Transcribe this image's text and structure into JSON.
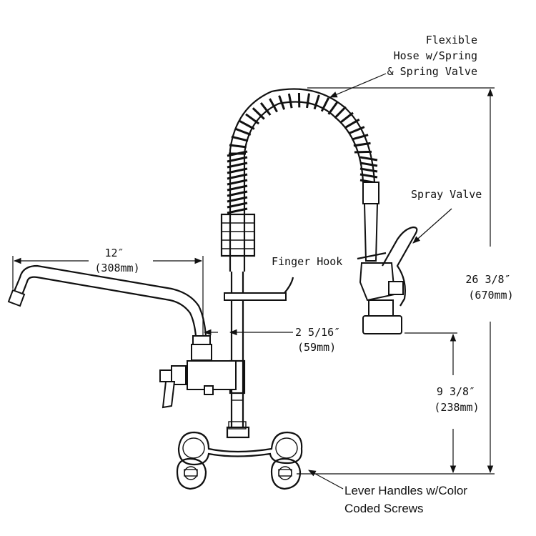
{
  "callouts": {
    "hose": [
      "Flexible",
      "Hose w/Spring",
      "& Spring Valve"
    ],
    "spray_valve": "Spray Valve",
    "finger_hook": "Finger Hook",
    "lever_handles": [
      "Lever Handles w/Color",
      "Coded Screws"
    ]
  },
  "dimensions": {
    "spout_length": {
      "primary": "12″",
      "secondary": "(308mm)"
    },
    "offset": {
      "primary": "2 5/16″",
      "secondary": "(59mm)"
    },
    "overall_height": {
      "primary": "26 3/8″",
      "secondary": "(670mm)"
    },
    "valve_height": {
      "primary": "9 3/8″",
      "secondary": "(238mm)"
    }
  }
}
